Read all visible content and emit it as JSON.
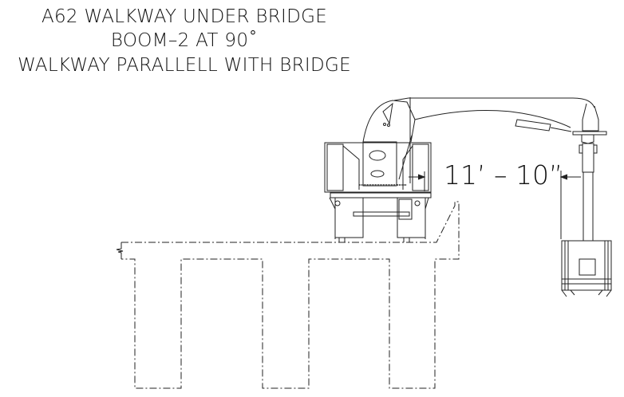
{
  "title": {
    "line1": "A62 WALKWAY UNDER BRIDGE",
    "line2": "BOOM–2 AT 90˚",
    "line3": "WALKWAY PARALLELL WITH BRIDGE"
  },
  "dimension": {
    "label": "11’ – 10”"
  }
}
